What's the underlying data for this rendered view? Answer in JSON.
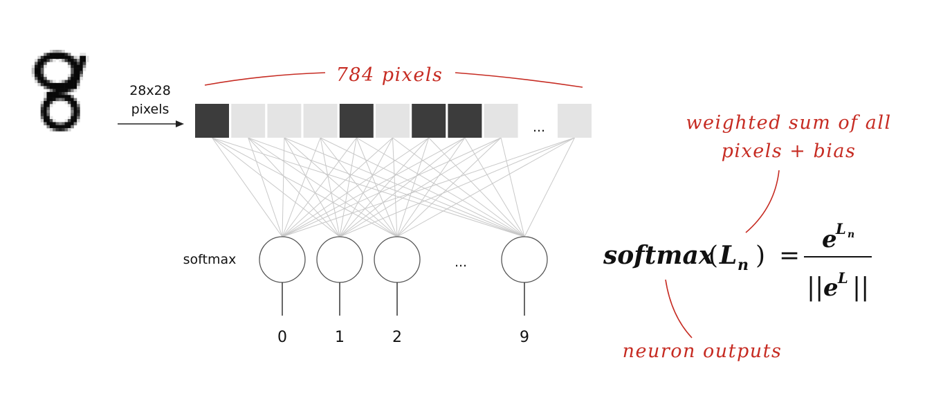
{
  "input": {
    "size_label_line1": "28x28",
    "size_label_line2": "pixels",
    "digit_image": "handwritten digit 8 (MNIST)"
  },
  "pixel_row": {
    "cell_shades": [
      "dark",
      "light",
      "light",
      "light",
      "dark",
      "light",
      "dark",
      "dark",
      "light"
    ],
    "ellipsis": "...",
    "last_cell_shade": "light",
    "colors": {
      "dark": "#3c3c3c",
      "light": "#e4e4e4",
      "connection": "#c8c8c8"
    }
  },
  "layer": {
    "label": "softmax",
    "neuron_ellipsis": "...",
    "outputs": [
      "0",
      "1",
      "2",
      "9"
    ]
  },
  "annotations": {
    "pixels_count": "784 pixels",
    "weighted_sum_line1": "weighted sum of all",
    "weighted_sum_line2": "pixels + bias",
    "neuron_outputs": "neuron outputs",
    "color": "#c62b22"
  },
  "formula": {
    "lhs": "softmax",
    "arg_base": "L",
    "arg_sub": "n",
    "equals": "=",
    "num_base": "e",
    "num_sup_base": "L",
    "num_sup_sub": "n",
    "den_bars_left": "||",
    "den_base": "e",
    "den_sup": "L",
    "den_bars_right": "||"
  }
}
